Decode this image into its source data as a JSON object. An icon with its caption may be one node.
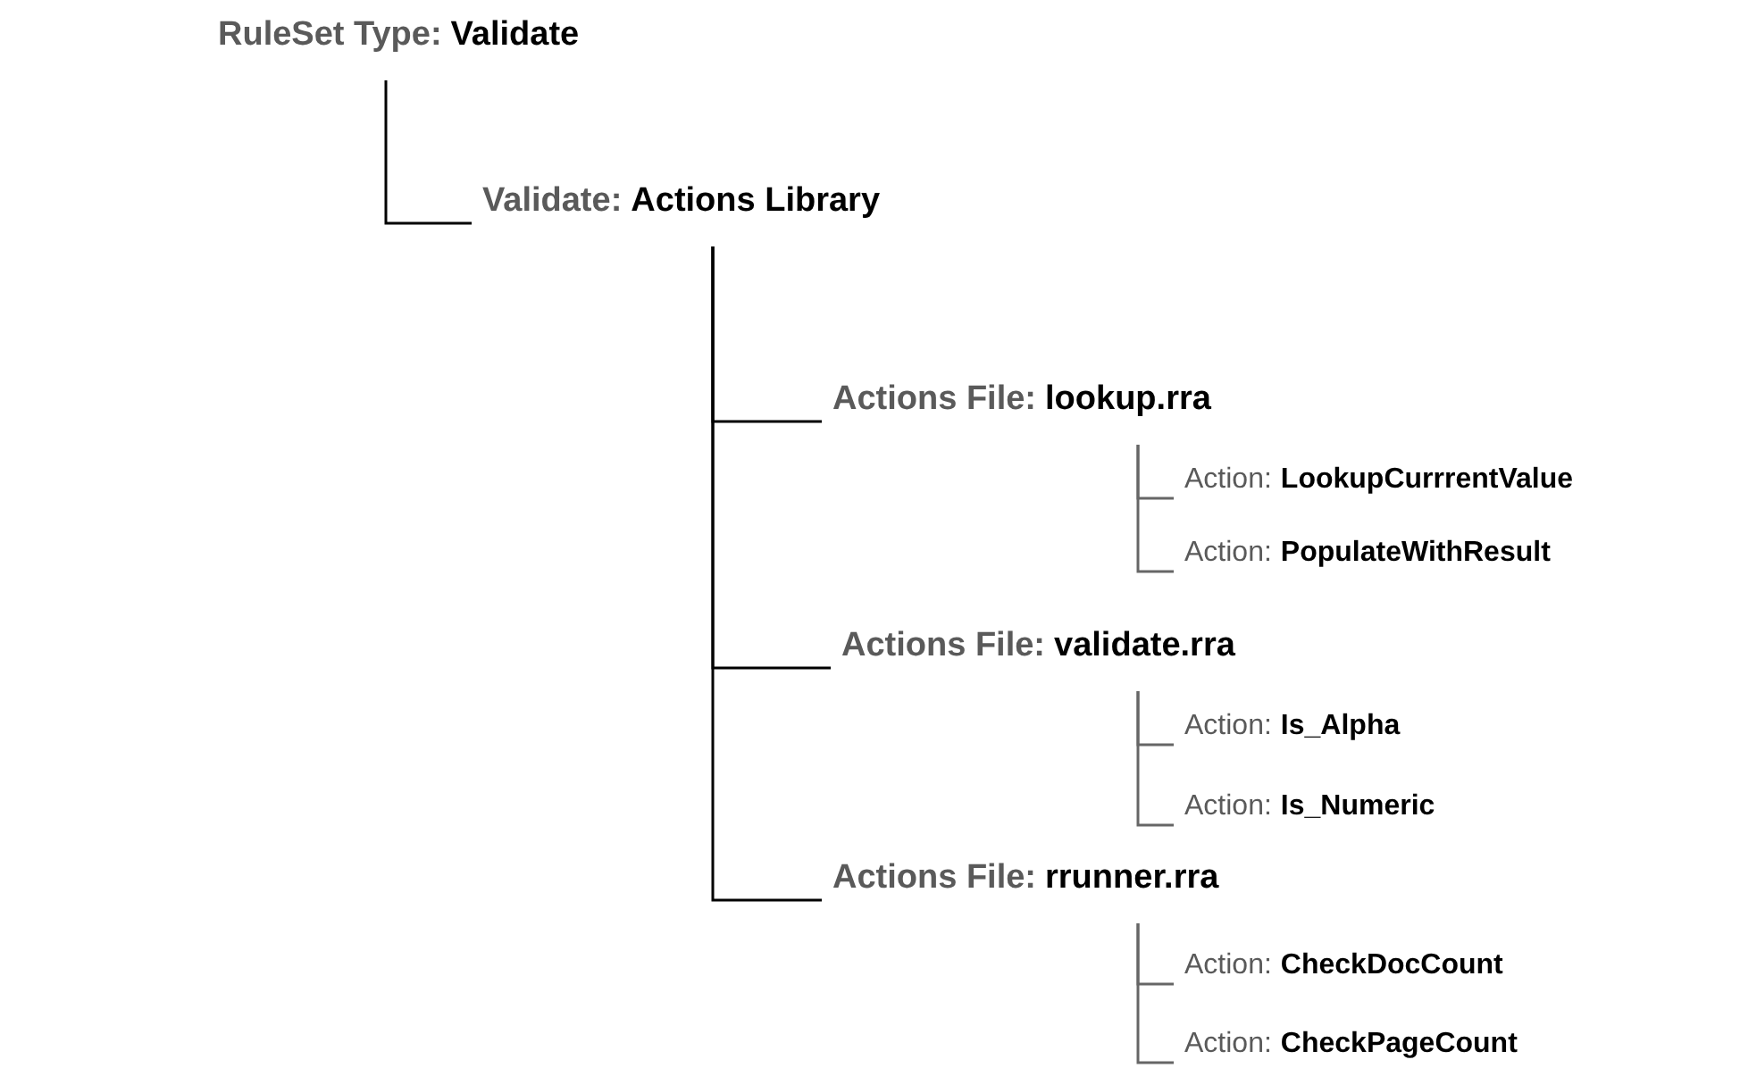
{
  "diagram": {
    "nodes": [
      {
        "text": [
          "RuleSet Type:",
          "Validate"
        ]
      },
      {
        "text": [
          "Validate:",
          "Actions Library"
        ]
      },
      {
        "text": [
          "Actions File:",
          "lookup.rra"
        ]
      },
      {
        "text": [
          "Action:",
          "LookupCurrrentValue"
        ]
      },
      {
        "text": [
          "Action:",
          "PopulateWithResult"
        ]
      },
      {
        "text": [
          "Actions File:",
          "validate.rra"
        ]
      },
      {
        "text": [
          "Action:",
          "Is_Alpha"
        ]
      },
      {
        "text": [
          "Action:",
          "Is_Numeric"
        ]
      },
      {
        "text": [
          "Actions File:",
          "rrunner.rra"
        ]
      },
      {
        "text": [
          "Action:",
          "CheckDocCount"
        ]
      },
      {
        "text": [
          "Action:",
          "CheckPageCount"
        ]
      }
    ],
    "edges": [
      {
        "from": 0,
        "to": 1,
        "arrow": "none",
        "color": "#000000"
      },
      {
        "from": 1,
        "to": 2,
        "arrow": "none",
        "color": "#000000"
      },
      {
        "from": 2,
        "to": 3,
        "arrow": "none"
      },
      {
        "from": 2,
        "to": 4,
        "arrow": "none"
      },
      {
        "from": 1,
        "to": 5,
        "arrow": "none",
        "color": "#000000"
      },
      {
        "from": 5,
        "to": 6,
        "arrow": "none"
      },
      {
        "from": 5,
        "to": 7,
        "arrow": "none"
      },
      {
        "from": 1,
        "to": 8,
        "arrow": "none",
        "color": "#000000"
      },
      {
        "from": 8,
        "to": 9,
        "arrow": "none"
      },
      {
        "from": 8,
        "to": 10,
        "arrow": "none"
      }
    ]
  }
}
